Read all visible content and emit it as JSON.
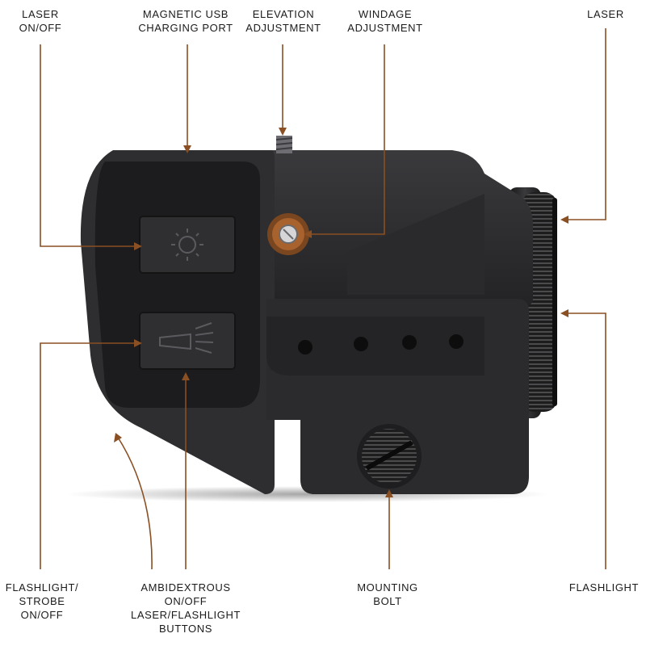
{
  "colors": {
    "leader": "#8a4f22",
    "label_text": "#1b1b1b",
    "device_body": "#2b2b2d",
    "device_dark": "#161617",
    "device_highlight": "#4a4a4d",
    "knob_brass": "#a8622e"
  },
  "callouts": {
    "laser_on_off": "LASER\nON/OFF",
    "magnetic_usb": "MAGNETIC USB\nCHARGING PORT",
    "elevation": "ELEVATION\nADJUSTMENT",
    "windage": "WINDAGE\nADJUSTMENT",
    "laser": "LASER",
    "flashlight_strobe": "FLASHLIGHT/\nSTROBE\nON/OFF",
    "ambidextrous": "AMBIDEXTROUS\nON/OFF\nLASER/FLASHLIGHT\nBUTTONS",
    "mounting_bolt": "MOUNTING\nBOLT",
    "flashlight": "FLASHLIGHT"
  },
  "icons": {
    "laser_button": "sun-icon",
    "flashlight_button": "flashlight-beam-icon"
  }
}
